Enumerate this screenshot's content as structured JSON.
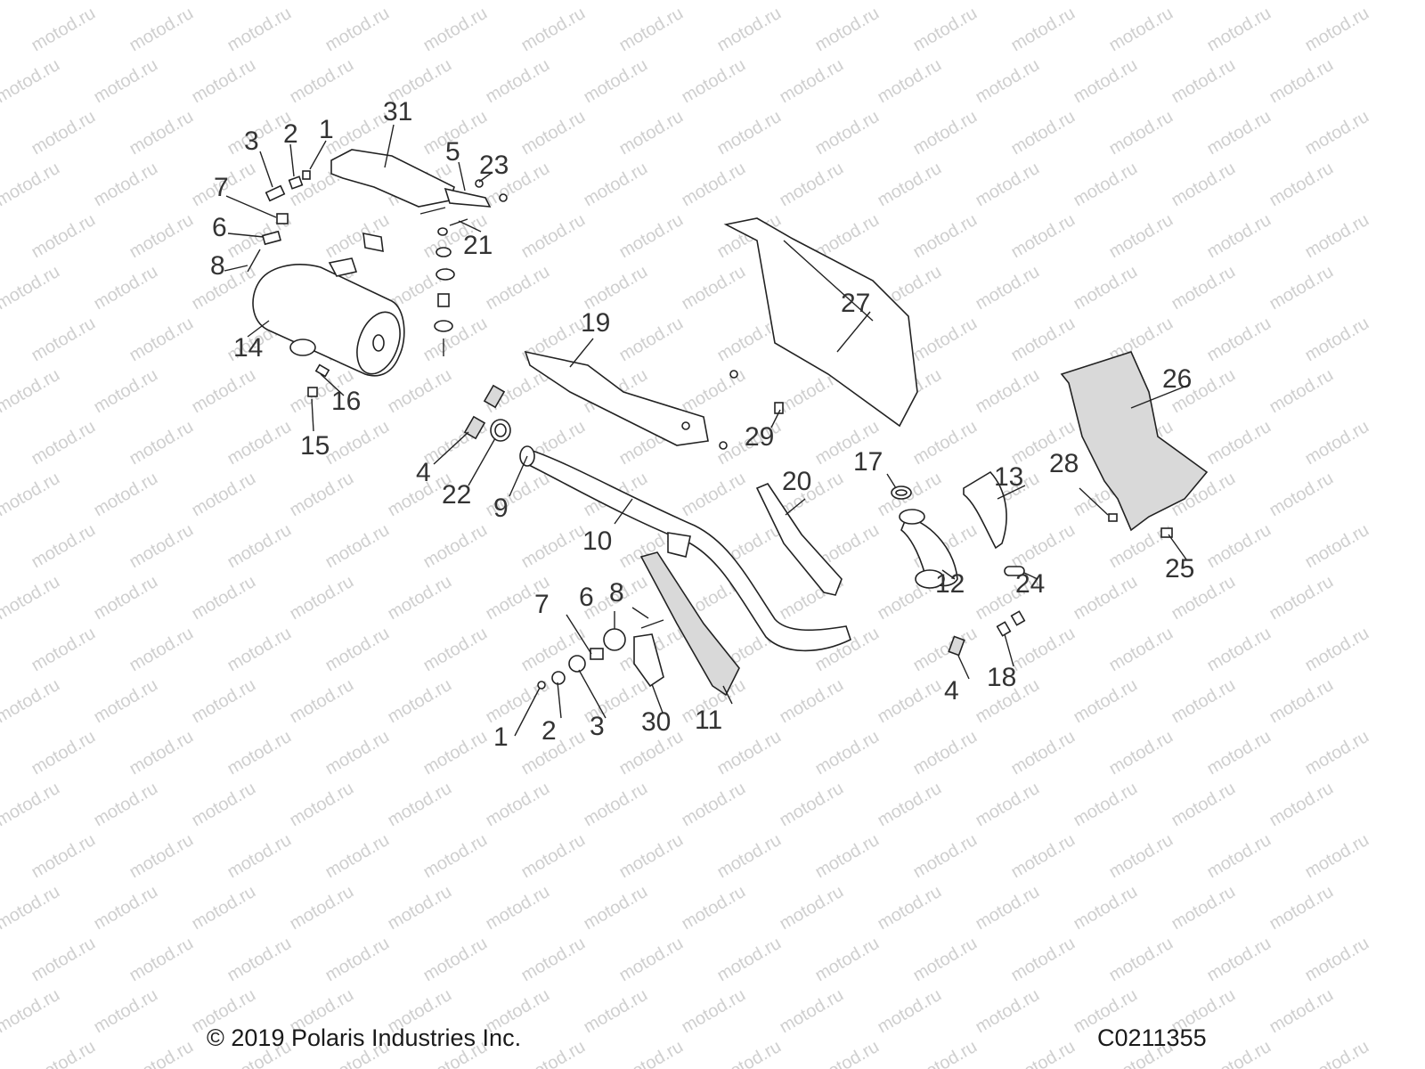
{
  "watermark": "motod.ru",
  "callouts": [
    "1",
    "2",
    "3",
    "7",
    "6",
    "8",
    "14",
    "15",
    "16",
    "31",
    "5",
    "23",
    "21",
    "19",
    "27",
    "26",
    "4",
    "22",
    "9",
    "10",
    "29",
    "17",
    "13",
    "20",
    "28",
    "12",
    "24",
    "25",
    "18",
    "4",
    "11",
    "30",
    "3",
    "2",
    "1",
    "7",
    "6",
    "8"
  ],
  "footer": {
    "copyright": "© 2019 Polaris Industries Inc.",
    "drawing_code": "C0211355"
  }
}
